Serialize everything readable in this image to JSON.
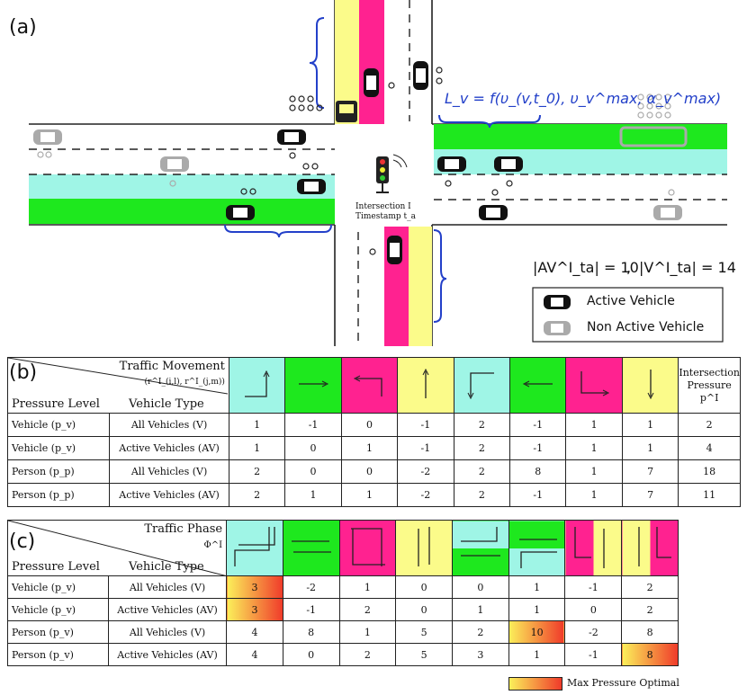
{
  "panel_a": {
    "label": "(a)",
    "formula": "L_v = f(υ_(v,t_0), υ_v^max, α_v^max)",
    "intersection_label": "Intersection I",
    "timestamp_label": "Timestamp t_a",
    "av_count": "|AV^I_ta| = 10",
    "sep": ",",
    "v_count": "|V^I_ta| = 14",
    "legend": {
      "active": "Active Vehicle",
      "non_active": "Non Active Vehicle"
    },
    "colors": {
      "cyan": "#9ff5e6",
      "green": "#1ee81e",
      "magenta": "#ff2290",
      "yellow": "#fbfb8a",
      "brace": "#2340c9"
    }
  },
  "panel_b": {
    "label": "(b)",
    "header_col": "Traffic Movement",
    "header_sub": "(r^I_(i,l), r^I_(j,m))",
    "pressure_level": "Pressure Level",
    "vehicle_type": "Vehicle Type",
    "last_header": [
      "Intersection",
      "Pressure",
      "p^I"
    ],
    "movement_colors": [
      "#9ff5e6",
      "#1ee81e",
      "#ff2290",
      "#fbfb8a",
      "#9ff5e6",
      "#1ee81e",
      "#ff2290",
      "#fbfb8a"
    ],
    "movement_icons": [
      "turn-right-up",
      "straight-right",
      "turn-left-from-down",
      "straight-up",
      "turn-down-left",
      "straight-left",
      "turn-right-down",
      "straight-down"
    ],
    "rows": [
      {
        "level": "Vehicle (p_v)",
        "type": "All Vehicles (V)",
        "values": [
          "1",
          "-1",
          "0",
          "-1",
          "2",
          "-1",
          "1",
          "1"
        ],
        "total": "2"
      },
      {
        "level": "Vehicle (p_v)",
        "type": "Active Vehicles (AV)",
        "values": [
          "1",
          "0",
          "1",
          "-1",
          "2",
          "-1",
          "1",
          "1"
        ],
        "total": "4"
      },
      {
        "level": "Person (p_p)",
        "type": "All Vehicles (V)",
        "values": [
          "2",
          "0",
          "0",
          "-2",
          "2",
          "8",
          "1",
          "7"
        ],
        "total": "18"
      },
      {
        "level": "Person (p_p)",
        "type": "Active Vehicles (AV)",
        "values": [
          "2",
          "1",
          "1",
          "-2",
          "2",
          "-1",
          "1",
          "7"
        ],
        "total": "11"
      }
    ]
  },
  "panel_c": {
    "label": "(c)",
    "header_col": "Traffic Phase",
    "header_sub": "Φ^I",
    "pressure_level": "Pressure Level",
    "vehicle_type": "Vehicle Type",
    "rows": [
      {
        "level": "Vehicle (p_v)",
        "type": "All Vehicles (V)",
        "values": [
          "3",
          "-2",
          "1",
          "0",
          "0",
          "1",
          "-1",
          "2"
        ],
        "max": 0
      },
      {
        "level": "Vehicle (p_v)",
        "type": "Active Vehicles (AV)",
        "values": [
          "3",
          "-1",
          "2",
          "0",
          "1",
          "1",
          "0",
          "2"
        ],
        "max": 0
      },
      {
        "level": "Person (p_v)",
        "type": "All Vehicles (V)",
        "values": [
          "4",
          "8",
          "1",
          "5",
          "2",
          "10",
          "-2",
          "8"
        ],
        "max": 5
      },
      {
        "level": "Person (p_v)",
        "type": "Active Vehicles (AV)",
        "values": [
          "4",
          "0",
          "2",
          "5",
          "3",
          "1",
          "-1",
          "8"
        ],
        "max": 7
      }
    ],
    "legend": "Max Pressure Optimal"
  }
}
